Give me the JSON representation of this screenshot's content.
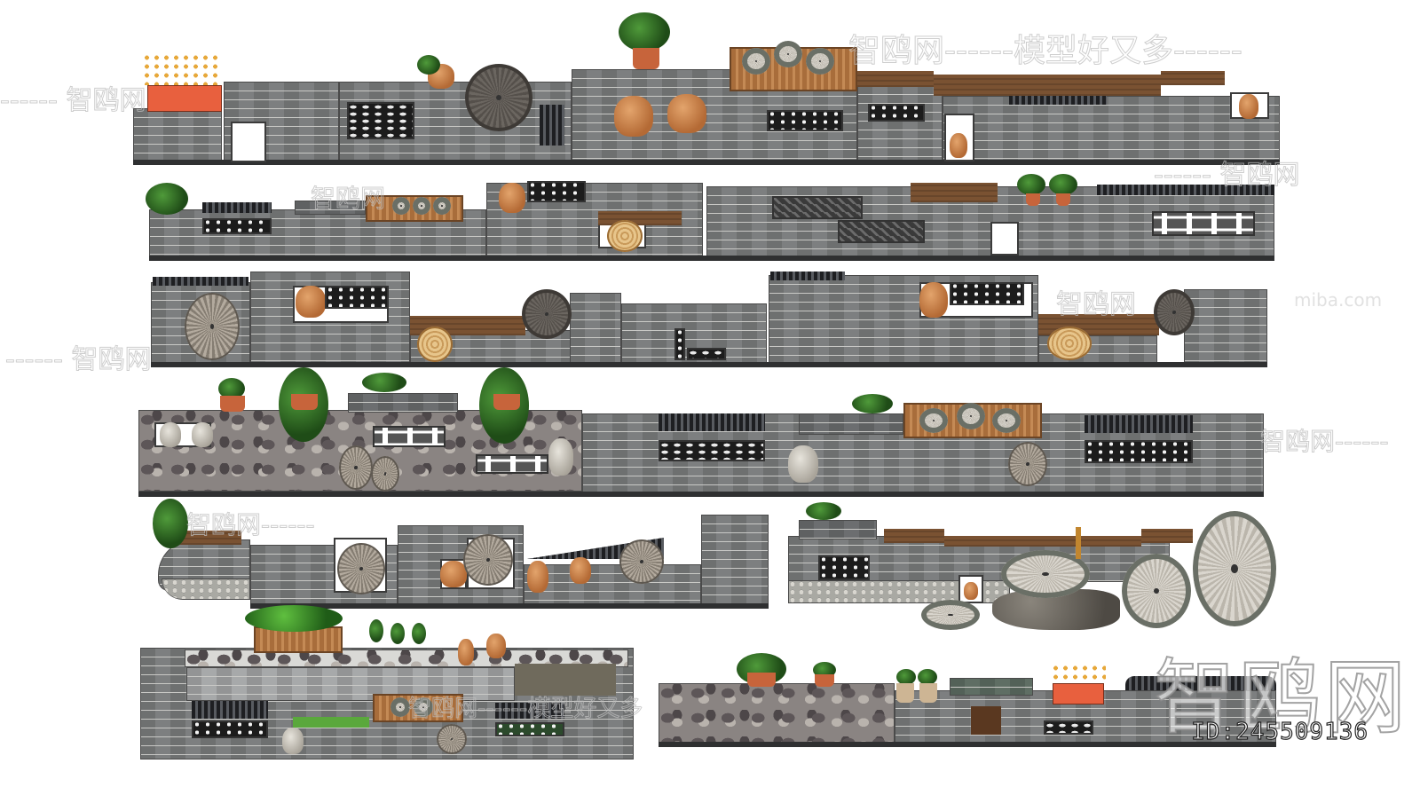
{
  "image": {
    "description": "SketchUp model sheet of traditional Chinese grey-brick courtyard garden walls (landscape wall feature collection)",
    "background": "#ffffff",
    "brick_color": "#7d7f80",
    "terracotta_color": "#c7643b",
    "wood_color": "#7a5232"
  },
  "watermarks": {
    "top_banner": "智鸥网------模型好又多------",
    "repeat_mark": "智鸥网",
    "dash_run": "------",
    "site_fragment": "miba.com",
    "large_logo": "智鸥网",
    "bottom_banner": "模型好又多",
    "id_label": "ID:245509136"
  },
  "rows": [
    {
      "name": "row-1",
      "elements": [
        "flower planter",
        "brick wall",
        "fish-scale lattice window",
        "square niche",
        "clay urn with plant",
        "carved millstone",
        "potted shrub",
        "two terracotta jars",
        "wooden crate with millstones",
        "quatrefoil lattice window",
        "timber cap",
        "niche with potted plant",
        "wave lattice",
        "niche with urn"
      ]
    },
    {
      "name": "row-2",
      "elements": [
        "potted fern",
        "tile coping",
        "dot lattice window",
        "stone trough planter",
        "wooden crate with millstones",
        "terracotta jar niche",
        "round lattice window",
        "log slice",
        "herringbone panels",
        "timber block",
        "two potted shrubs",
        "niche with wicker pot",
        "cross lattice window",
        "tile coping"
      ]
    },
    {
      "name": "row-3",
      "elements": [
        "millstone relief",
        "jar niche",
        "round lattice",
        "timber beam",
        "log slice",
        "millstone",
        "small gate wall",
        "jar niche",
        "round lattice",
        "beam with log slice",
        "millstone"
      ]
    },
    {
      "name": "row-4",
      "elements": [
        "rubble stone wall",
        "two white urns",
        "potted lavender",
        "hanging ivy pots",
        "stone trough planter",
        "cross lattice",
        "two millstones",
        "white urn",
        "tile coping",
        "scale lattice",
        "wooden crate with millstones",
        "millstone",
        "quatrefoil lattice"
      ]
    },
    {
      "name": "row-5-left",
      "elements": [
        "curved wall with pebble base",
        "ivy planter",
        "millstones in niches",
        "terracotta jars",
        "tiled slope"
      ]
    },
    {
      "name": "row-5-right",
      "elements": [
        "trough planter",
        "scale lattice",
        "timber caps",
        "stone hand mill",
        "boulder",
        "two large millstones",
        "niche with potted plant"
      ]
    },
    {
      "name": "row-6-left",
      "elements": [
        "raised planter wall",
        "wooden plant box",
        "three herb pots",
        "terracotta jugs",
        "tile coping",
        "crate with millstones",
        "millstone",
        "green lattice"
      ]
    },
    {
      "name": "row-6-right",
      "elements": [
        "rubble stone wall",
        "potted ivy",
        "potted plants",
        "wicker pots",
        "stone trough",
        "carved wood window",
        "flower planter",
        "tile ridge",
        "scale lattice"
      ]
    }
  ]
}
